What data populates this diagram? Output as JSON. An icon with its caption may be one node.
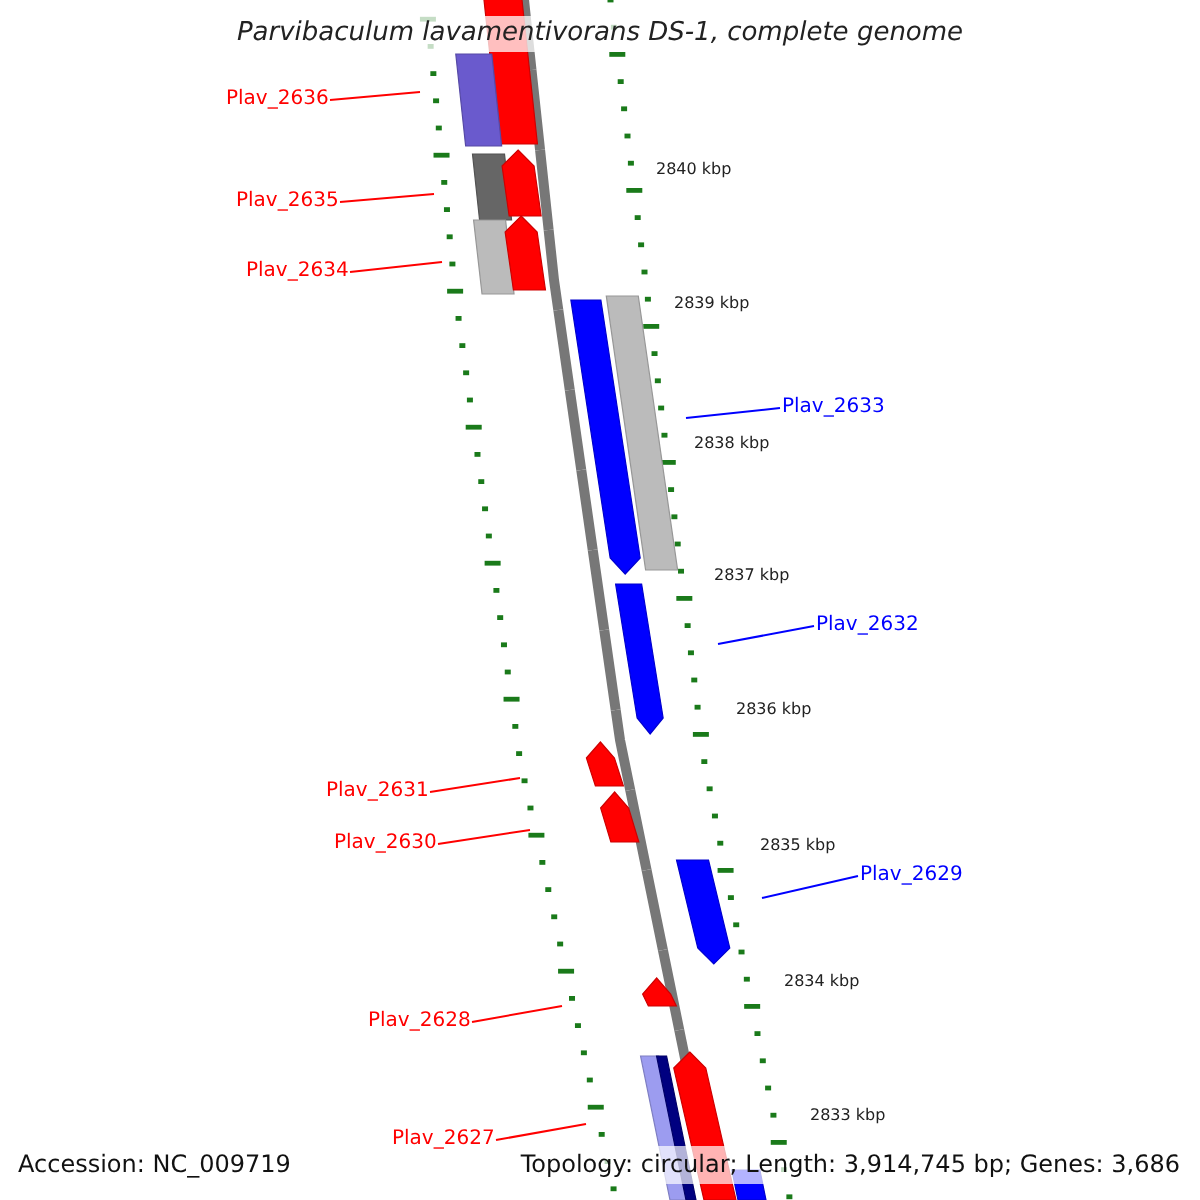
{
  "diagram": {
    "title": "Parvibaculum lavamentivorans DS-1, complete genome",
    "nodes": [
      {
        "text": [
          "Plav_2636"
        ]
      },
      {
        "text": [
          "Plav_2635"
        ]
      },
      {
        "text": [
          "Plav_2634"
        ]
      },
      {
        "text": [
          "Plav_2633"
        ]
      },
      {
        "text": [
          "Plav_2632"
        ]
      },
      {
        "text": [
          "Plav_2631"
        ]
      },
      {
        "text": [
          "Plav_2630"
        ]
      },
      {
        "text": [
          "Plav_2629"
        ]
      },
      {
        "text": [
          "Plav_2628"
        ]
      },
      {
        "text": [
          "Plav_2627"
        ]
      }
    ],
    "edges": [
      {
        "from": 0,
        "to": null,
        "arrow": "none"
      },
      {
        "from": 1,
        "to": null,
        "arrow": "none"
      },
      {
        "from": 2,
        "to": null,
        "arrow": "none"
      },
      {
        "from": 3,
        "to": null,
        "arrow": "none",
        "color": "#0000ff"
      },
      {
        "from": 4,
        "to": null,
        "arrow": "none",
        "color": "#0000ff"
      },
      {
        "from": 5,
        "to": null,
        "arrow": "none"
      },
      {
        "from": 6,
        "to": null,
        "arrow": "none"
      },
      {
        "from": 7,
        "to": null,
        "arrow": "none",
        "color": "#0000ff"
      },
      {
        "from": 8,
        "to": null,
        "arrow": "none"
      },
      {
        "from": 9,
        "to": null,
        "arrow": "none"
      }
    ],
    "labels": [
      "2840 kbp",
      "2839 kbp",
      "2838 kbp",
      "2837 kbp",
      "2836 kbp",
      "2835 kbp",
      "2834 kbp",
      "2833 kbp",
      "Accession: NC_009719",
      "Topology: circular; Length: 3,914,745 bp; Genes: 3,686"
    ]
  }
}
